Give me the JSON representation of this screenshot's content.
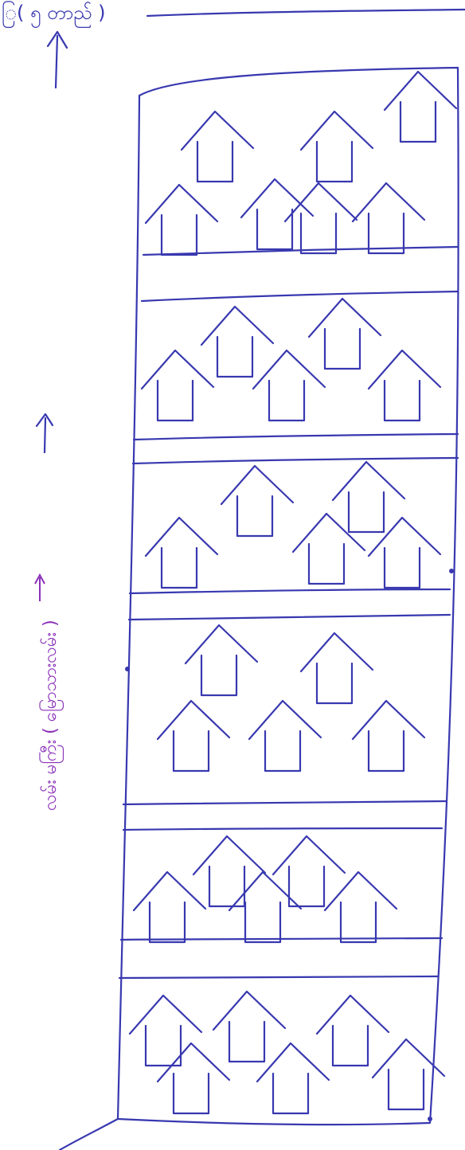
{
  "sketch": {
    "top_label": "ြ( ၅ တာည် )",
    "side_label": "လမ်း မကြီး ( မြောသားလမ်း )",
    "ink_color": "#3838b0",
    "label_color": "#8a2fb8",
    "blocks": [
      {
        "name": "block-1",
        "houses": 7
      },
      {
        "name": "block-2",
        "houses": 5
      },
      {
        "name": "block-3",
        "houses": 5
      },
      {
        "name": "block-4",
        "houses": 5
      },
      {
        "name": "block-5",
        "houses": 5
      },
      {
        "name": "block-6",
        "houses": 6
      }
    ]
  }
}
